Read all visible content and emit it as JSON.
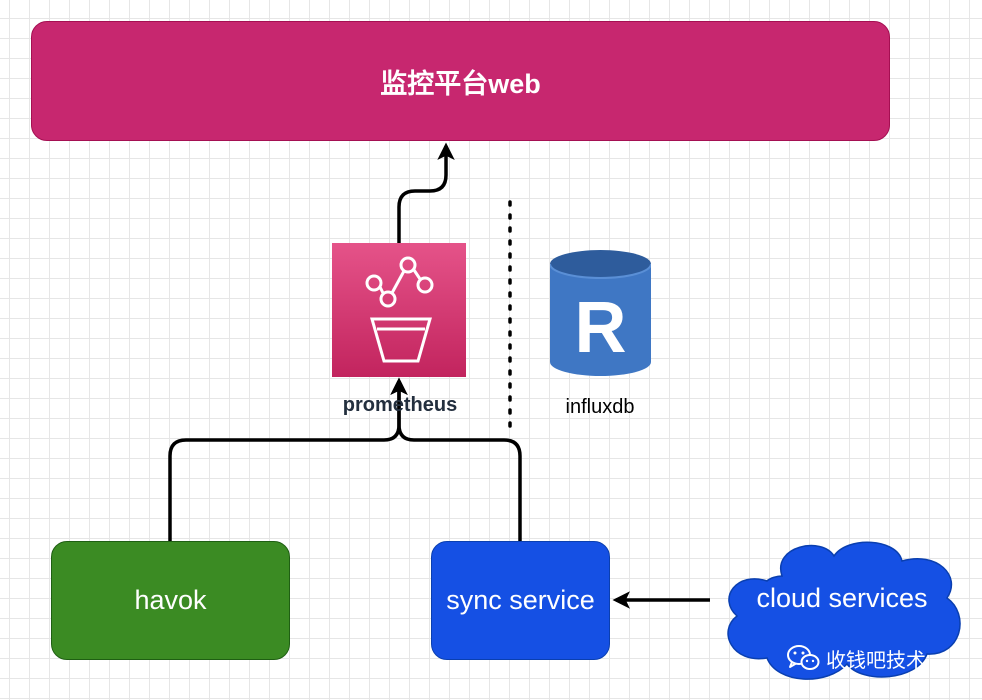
{
  "diagram": {
    "web": {
      "label": "监控平台web",
      "color": "#c7276f"
    },
    "prometheus": {
      "label": "prometheus",
      "color": "#d63c72"
    },
    "influxdb": {
      "label": "influxdb",
      "icon_letter": "R",
      "color": "#3f77c4"
    },
    "havok": {
      "label": "havok",
      "color": "#3b8b23"
    },
    "sync_service": {
      "label": "sync service",
      "color": "#1550e4"
    },
    "cloud_services": {
      "label": "cloud services",
      "color": "#1550e4"
    },
    "watermark": {
      "label": "收钱吧技术",
      "icon": "wechat-icon"
    },
    "edges": [
      {
        "from": "havok",
        "to": "prometheus"
      },
      {
        "from": "sync service",
        "to": "prometheus"
      },
      {
        "from": "prometheus",
        "to": "监控平台web"
      },
      {
        "from": "cloud services",
        "to": "sync service"
      }
    ],
    "separator": "dotted-vertical-line"
  }
}
